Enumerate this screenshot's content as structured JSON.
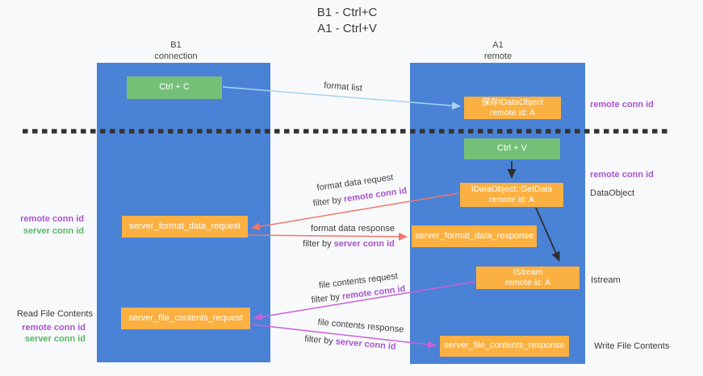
{
  "title": {
    "line1": "B1 - Ctrl+C",
    "line2": "A1 - Ctrl+V"
  },
  "columns": {
    "left": {
      "name": "B1",
      "subtitle": "connection"
    },
    "right": {
      "name": "A1",
      "subtitle": "remote"
    }
  },
  "boxes": {
    "ctrl_c": {
      "label": "Ctrl + C"
    },
    "save_idataobject": {
      "line1": "保存IDataObject",
      "line2": "remote id: A"
    },
    "ctrl_v": {
      "label": "Ctrl + V"
    },
    "getdata": {
      "line1": "IDataObject::GetData",
      "line2": "remote id: A"
    },
    "server_format_data_request": {
      "label": "server_format_data_request"
    },
    "server_format_data_response": {
      "label": "server_format_data_response"
    },
    "istream": {
      "line1": "IStream",
      "line2": "remote id: A"
    },
    "server_file_contents_request": {
      "label": "server_file_contents_request"
    },
    "server_file_contents_response": {
      "label": "server_file_contents_response"
    }
  },
  "flow": {
    "format_list": {
      "text": "format list"
    },
    "format_data_request": {
      "text": "format data request",
      "filter_prefix": "filter by",
      "filter_key": "remote conn id"
    },
    "format_data_response": {
      "text": "format data response",
      "filter_prefix": "filter by",
      "filter_key": "server conn id"
    },
    "file_contents_request": {
      "text": "file contents request",
      "filter_prefix": "filter by",
      "filter_key": "remote conn id"
    },
    "file_contents_response": {
      "text": "file contents response",
      "filter_prefix": "filter by",
      "filter_key": "server conn id"
    }
  },
  "side_labels": {
    "right_remote_conn_id_top": "remote conn id",
    "right_remote_conn_id_mid": "remote conn id",
    "dataobject": "DataObject",
    "istream": "Istream",
    "write_file_contents": "Write File Contents",
    "left_remote_conn_id_top": "remote conn id",
    "left_server_conn_id_top": "server conn id",
    "read_file_contents": "Read File Contents",
    "left_remote_conn_id_bottom": "remote conn id",
    "left_server_conn_id_bottom": "server conn id"
  },
  "colors": {
    "background": "#f8f9fa",
    "column_blue": "#4a82d6",
    "box_green": "#74c077",
    "box_orange": "#fbb042",
    "arrow_light_blue": "#a9d2ee",
    "arrow_red": "#f0776c",
    "arrow_magenta": "#c961d6",
    "arrow_black": "#2f2f2f",
    "label_purple": "#a855cc",
    "label_green": "#58b768",
    "divider_black": "#333333"
  }
}
